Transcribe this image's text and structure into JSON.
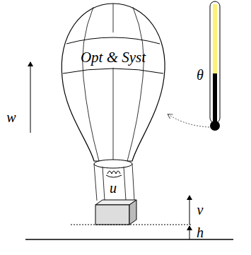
{
  "diagram": {
    "nodes": [
      {
        "text": [
          "Opt & Syst"
        ]
      }
    ],
    "labels": [
      "w",
      "θ",
      "u",
      "v",
      "h"
    ]
  }
}
